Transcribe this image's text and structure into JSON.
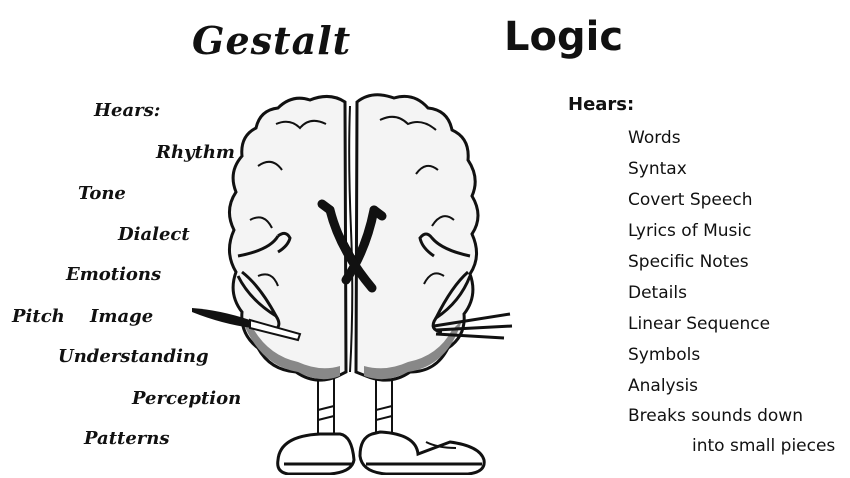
{
  "gestalt": {
    "title": "Gestalt",
    "hears": "Hears:",
    "items": [
      "Rhythm",
      "Tone",
      "Dialect",
      "Emotions",
      "Pitch",
      "Image",
      "Understanding",
      "Perception",
      "Patterns"
    ]
  },
  "logic": {
    "title": "Logic",
    "hears": "Hears:",
    "items": [
      "Words",
      "Syntax",
      "Covert Speech",
      "Lyrics of Music",
      "Specific Notes",
      "Details",
      "Linear Sequence",
      "Symbols",
      "Analysis",
      "Breaks sounds down",
      "into small pieces"
    ]
  }
}
